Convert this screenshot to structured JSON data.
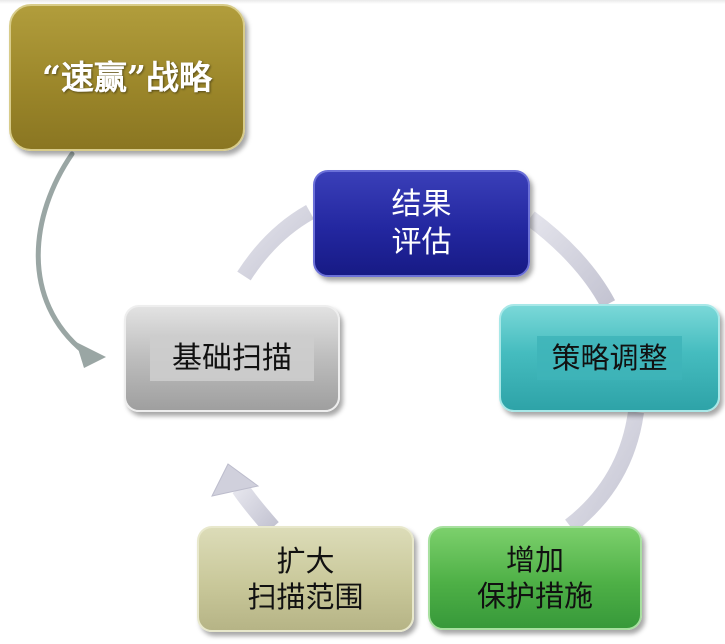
{
  "diagram": {
    "strategy": {
      "label": "“速赢”战略"
    },
    "cycle": [
      {
        "key": "results",
        "lines": [
          "结果",
          "评估"
        ]
      },
      {
        "key": "adjust",
        "lines": [
          "策略调整"
        ]
      },
      {
        "key": "protect",
        "lines": [
          "增加",
          "保护措施"
        ]
      },
      {
        "key": "expand",
        "lines": [
          "扩大",
          "扫描范围"
        ]
      },
      {
        "key": "scan",
        "lines": [
          "基础扫描"
        ]
      }
    ]
  },
  "colors": {
    "strategy": "#9a8529",
    "results": "#2327a0",
    "adjust": "#45bcbf",
    "protect": "#4eb046",
    "expand": "#c9c89a",
    "scan": "#bdbdbd",
    "cycle_arrow": "#d0d0dc",
    "entry_arrow": "#9aa6a4"
  }
}
